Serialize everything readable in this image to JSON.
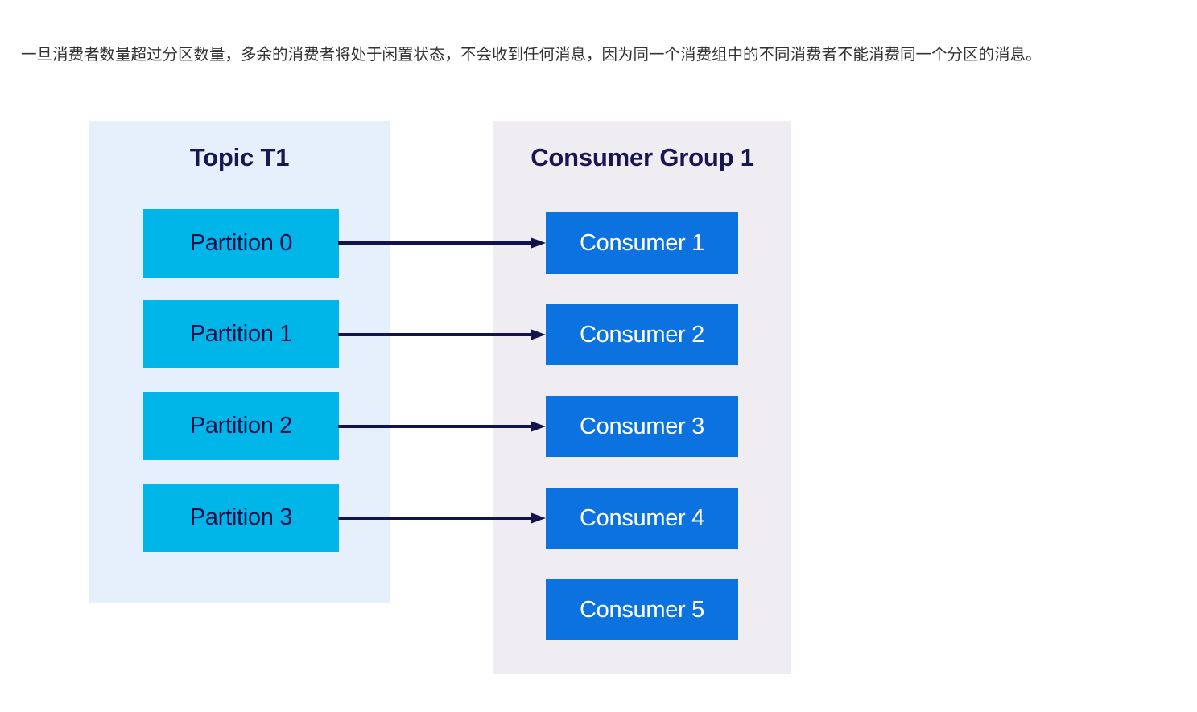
{
  "page": {
    "intro_text": "一旦消费者数量超过分区数量，多余的消费者将处于闲置状态，不会收到任何消息，因为同一个消费组中的不同消费者不能消费同一个分区的消息。"
  },
  "colors": {
    "page_background": "#ffffff",
    "topic_panel_background": "#e6effc",
    "consumer_panel_background": "#f0edf2",
    "partition_box": "#00b5e8",
    "consumer_box": "#0b72e0",
    "title_text": "#171753",
    "partition_text": "#101048",
    "consumer_text": "#ffffff",
    "arrow": "#12124d",
    "body_text": "#333333"
  },
  "diagram": {
    "type": "kafka-consumer-group-assignment",
    "topic": {
      "title": "Topic T1",
      "partitions": [
        {
          "label": "Partition 0"
        },
        {
          "label": "Partition 1"
        },
        {
          "label": "Partition 2"
        },
        {
          "label": "Partition 3"
        }
      ]
    },
    "consumer_group": {
      "title": "Consumer Group 1",
      "consumers": [
        {
          "label": "Consumer 1",
          "assigned": true
        },
        {
          "label": "Consumer 2",
          "assigned": true
        },
        {
          "label": "Consumer 3",
          "assigned": true
        },
        {
          "label": "Consumer 4",
          "assigned": true
        },
        {
          "label": "Consumer 5",
          "assigned": false
        }
      ]
    },
    "connections": [
      {
        "from": "Partition 0",
        "to": "Consumer 1"
      },
      {
        "from": "Partition 1",
        "to": "Consumer 2"
      },
      {
        "from": "Partition 2",
        "to": "Consumer 3"
      },
      {
        "from": "Partition 3",
        "to": "Consumer 4"
      }
    ]
  }
}
